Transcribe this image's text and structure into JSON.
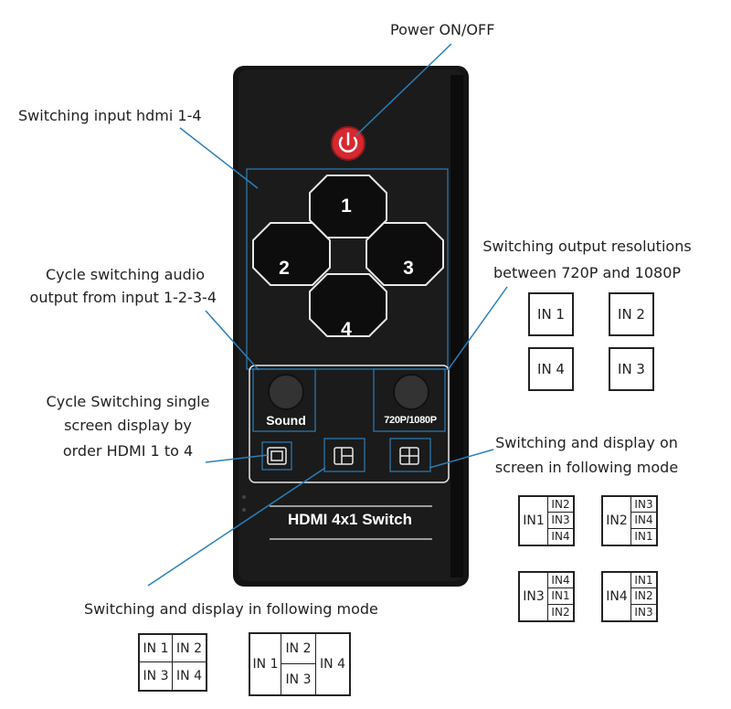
{
  "callouts": {
    "power": "Power ON/OFF",
    "input_hdmi": "Switching input hdmi 1-4",
    "audio_line1": "Cycle switching audio",
    "audio_line2": "output from input 1-2-3-4",
    "single_line1": "Cycle Switching single",
    "single_line2": "screen display by",
    "single_line3": "order HDMI 1 to 4",
    "resolution_line1": "Switching output resolutions",
    "resolution_line2": "between 720P and 1080P",
    "onscreen_line1": "Switching and display on",
    "onscreen_line2": "screen in following mode",
    "following_mode": "Switching and display in following mode"
  },
  "remote": {
    "buttons": {
      "b1": "1",
      "b2": "2",
      "b3": "3",
      "b4": "4"
    },
    "sound_label": "Sound",
    "resolution_label": "720P/1080P",
    "brand": "HDMI 4x1 Switch",
    "colors": {
      "body": "#141414",
      "power": "#d7282f",
      "outline": "#2b7fb8"
    }
  },
  "resolution_grid": {
    "tl": "IN 1",
    "tr": "IN 2",
    "bl": "IN 4",
    "br": "IN 3"
  },
  "display_modes": [
    {
      "big": "IN1",
      "small": [
        "IN2",
        "IN3",
        "IN4"
      ]
    },
    {
      "big": "IN2",
      "small": [
        "IN3",
        "IN4",
        "IN1"
      ]
    },
    {
      "big": "IN3",
      "small": [
        "IN4",
        "IN1",
        "IN2"
      ]
    },
    {
      "big": "IN4",
      "small": [
        "IN1",
        "IN2",
        "IN3"
      ]
    }
  ],
  "quad_mode": {
    "tl": "IN 1",
    "tr": "IN 2",
    "bl": "IN 3",
    "br": "IN 4"
  },
  "pip_mode": {
    "left": "IN 1",
    "top": "IN 2",
    "bottom": "IN 3",
    "right": "IN 4"
  }
}
